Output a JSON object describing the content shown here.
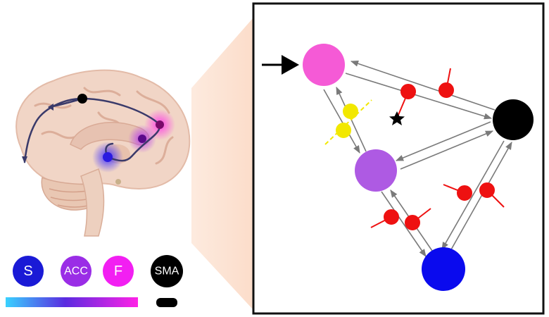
{
  "legend": {
    "items": [
      {
        "label": "S",
        "color": "#1a1ad6"
      },
      {
        "label": "ACC",
        "color": "#9a2de6"
      },
      {
        "label": "F",
        "color": "#f21ff2"
      },
      {
        "label": "SMA",
        "color": "#000000"
      }
    ],
    "gradient_colors": [
      "#39d2ff",
      "#5a2be0",
      "#ff22e6"
    ]
  },
  "network": {
    "node_colors": {
      "frontal": "#f55ad6",
      "acc": "#ae5ae3",
      "sma": "#000000",
      "striatum": "#0a0aee"
    },
    "connection_color": "#7a7a7a",
    "red_marker_color": "#ee1111",
    "yellow_marker_color": "#f2e800"
  },
  "brain": {
    "hotspot_colors": [
      "#7a0a6a",
      "#5a0a8a",
      "#2a1ae0"
    ],
    "pathway_color": "#3a3a6a"
  }
}
